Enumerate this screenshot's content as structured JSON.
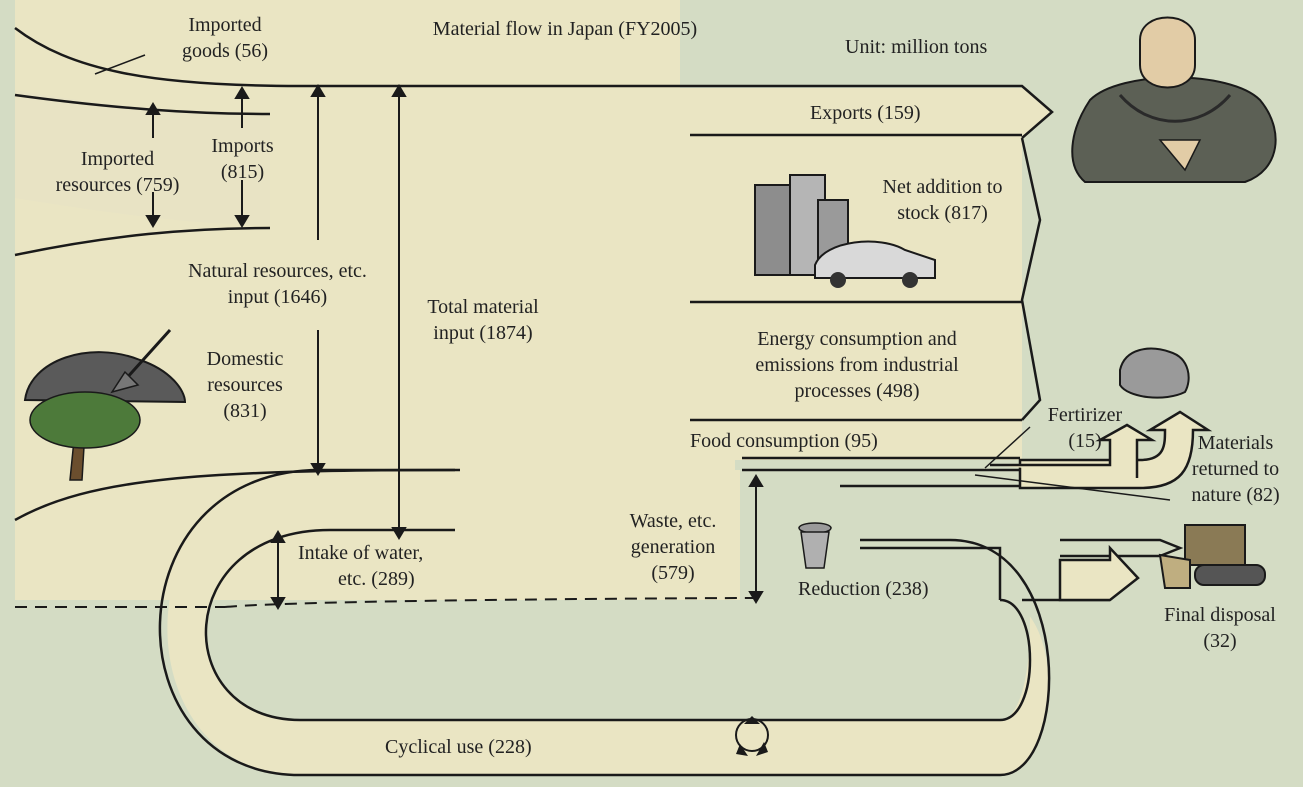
{
  "title": "Material flow in Japan (FY2005)",
  "unit": "Unit: million tons",
  "colors": {
    "background": "#d4dcc4",
    "flow": "#eae5c3",
    "outline": "#1a1a1a"
  },
  "flows": {
    "imported_goods": [
      "Imported",
      "goods (56)"
    ],
    "imported_resources": [
      "Imported",
      "resources (759)"
    ],
    "imports": [
      "Imports",
      "(815)"
    ],
    "natural_resources": [
      "Natural resources, etc.",
      "input (1646)"
    ],
    "total_material_input": [
      "Total material",
      "input (1874)"
    ],
    "domestic_resources": [
      "Domestic",
      "resources",
      "(831)"
    ],
    "intake_of_water": [
      "Intake of water,",
      "etc. (289)"
    ],
    "exports": "Exports (159)",
    "net_addition_to_stock": [
      "Net addition to",
      "stock (817)"
    ],
    "energy_consumption": [
      "Energy consumption and",
      "emissions from industrial",
      "processes (498)"
    ],
    "food_consumption": "Food consumption (95)",
    "fertilizer": [
      "Fertirizer",
      "(15)"
    ],
    "materials_returned": [
      "Materials",
      "returned to",
      "nature (82)"
    ],
    "waste_generation": [
      "Waste, etc.",
      "generation",
      "(579)"
    ],
    "reduction": "Reduction (238)",
    "final_disposal": [
      "Final disposal",
      "(32)"
    ],
    "cyclical_use": "Cyclical use (228)"
  },
  "icons": [
    "monk-icon",
    "buildings-and-car-icon",
    "soil-pile-with-shovel-icon",
    "tree-icon",
    "rock-pile-icon",
    "trash-can-icon",
    "bulldozer-icon",
    "recycle-icon"
  ]
}
